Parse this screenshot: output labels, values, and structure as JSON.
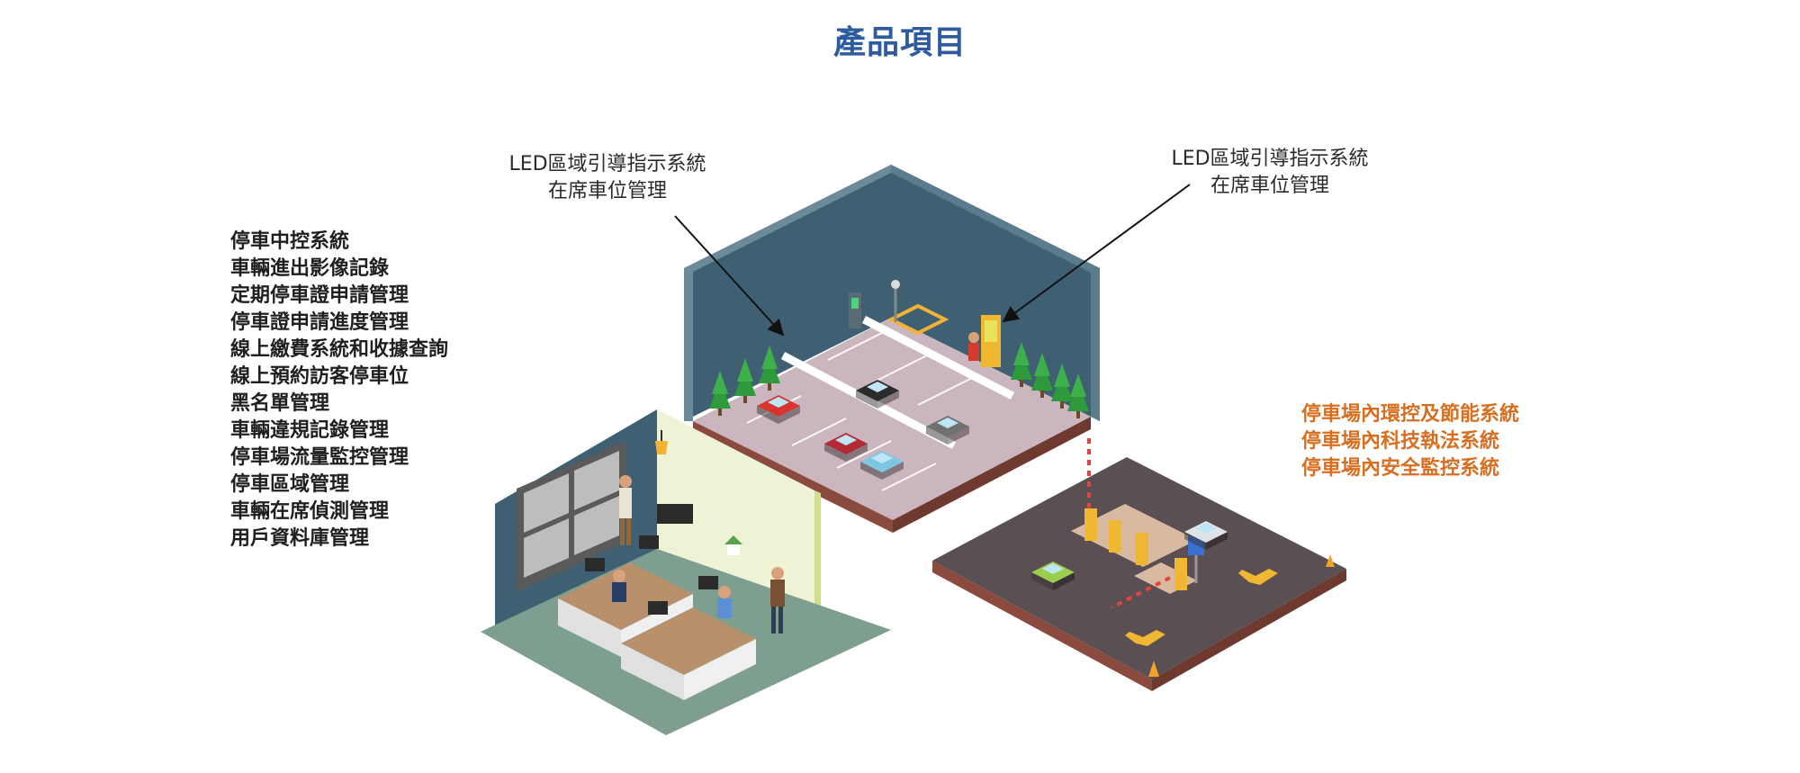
{
  "title": "產品項目",
  "feature_list": [
    "停車中控系統",
    "車輛進出影像記錄",
    "定期停車證申請管理",
    "停車證申請進度管理",
    "線上繳費系統和收據查詢",
    "線上預約訪客停車位",
    "黑名單管理",
    "車輛違規記錄管理",
    "停車場流量監控管理",
    "停車區域管理",
    "車輛在席偵測管理",
    "用戶資料庫管理"
  ],
  "led_callout_left": {
    "line1": "LED區域引導指示系統",
    "line2": "在席車位管理"
  },
  "led_callout_right": {
    "line1": "LED區域引導指示系統",
    "line2": "在席車位管理"
  },
  "environment_list": [
    "停車場內環控及節能系統",
    "停車場內科技執法系統",
    "停車場內安全監控系統"
  ],
  "colors": {
    "title": "#2e5a9e",
    "accent_orange": "#d86e1f",
    "wall_dark": "#3f6073",
    "parking_floor": "#cbb6bf",
    "control_room_floor": "#7e9e8f",
    "gate_lot": "#5a4f53"
  },
  "icons": [
    "parking-sign-icon",
    "arrow-icon",
    "tree-icon",
    "car-icon",
    "barrier-gate-icon",
    "traffic-cone-icon",
    "monitor-icon",
    "person-icon"
  ]
}
